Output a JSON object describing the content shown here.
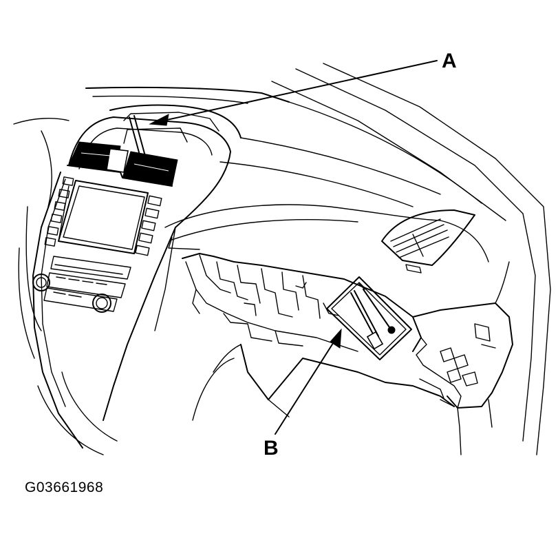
{
  "callouts": {
    "a": {
      "label": "A"
    },
    "b": {
      "label": "B"
    }
  },
  "figure_id": "G03661968",
  "colors": {
    "line": "#000000",
    "background": "#ffffff"
  }
}
